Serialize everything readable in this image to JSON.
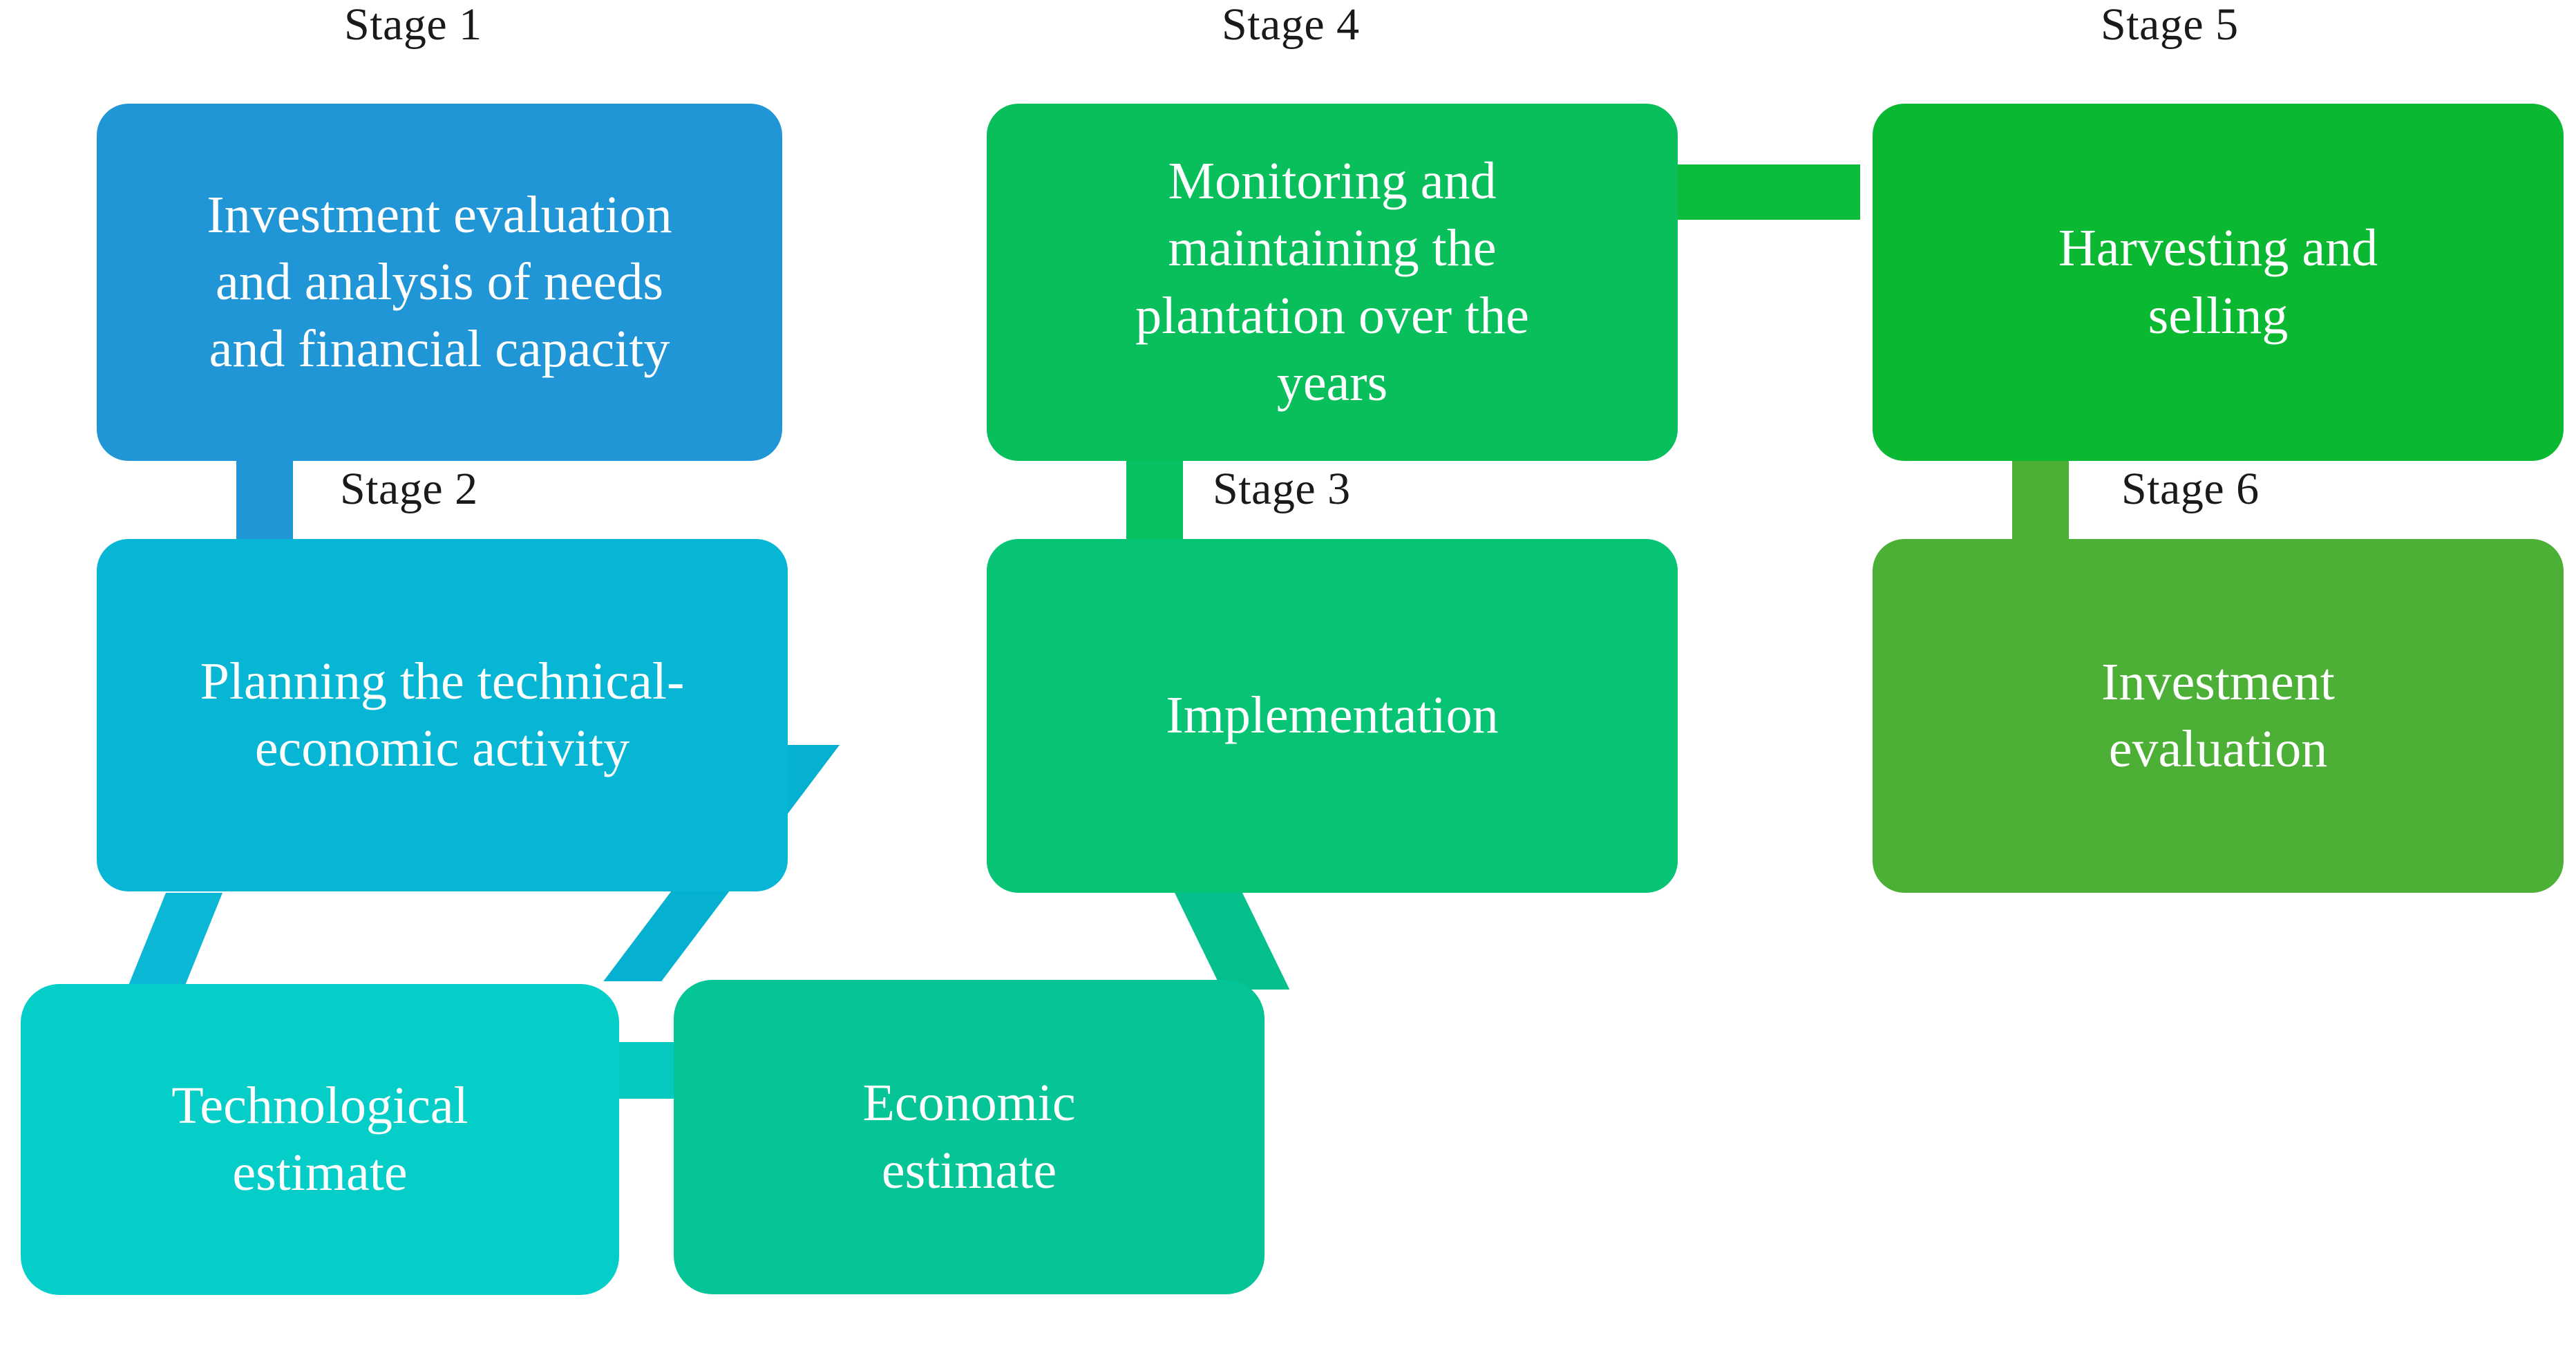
{
  "diagram": {
    "type": "flowchart",
    "background": "#ffffff",
    "stage_labels": [
      {
        "id": "stage-1",
        "text": "Stage 1"
      },
      {
        "id": "stage-2",
        "text": "Stage 2"
      },
      {
        "id": "stage-3",
        "text": "Stage 3"
      },
      {
        "id": "stage-4",
        "text": "Stage 4"
      },
      {
        "id": "stage-5",
        "text": "Stage 5"
      },
      {
        "id": "stage-6",
        "text": "Stage 6"
      }
    ],
    "nodes": [
      {
        "id": "node-stage-1",
        "stage": "Stage 1",
        "text": "Investment evaluation\nand analysis of needs\nand financial capacity",
        "color": "#2196D7"
      },
      {
        "id": "node-stage-2",
        "stage": "Stage 2",
        "text": "Planning the technical-\neconomic activity",
        "color": "#06B6D4"
      },
      {
        "id": "node-technological-estimate",
        "stage": "",
        "text": "Technological\nestimate",
        "color": "#05CEC8"
      },
      {
        "id": "node-economic-estimate",
        "stage": "",
        "text": "Economic\nestimate",
        "color": "#05C496"
      },
      {
        "id": "node-stage-3",
        "stage": "Stage 3",
        "text": "Implementation",
        "color": "#06C474"
      },
      {
        "id": "node-stage-4",
        "stage": "Stage 4",
        "text": "Monitoring and\nmaintaining the\nplantation over the\nyears",
        "color": "#09BF5B"
      },
      {
        "id": "node-stage-5",
        "stage": "Stage 5",
        "text": "Harvesting and\nselling",
        "color": "#0BB832"
      },
      {
        "id": "node-stage-6",
        "stage": "Stage 6",
        "text": "Investment\nevaluation",
        "color": "#4CAF36"
      }
    ],
    "connectors": [
      {
        "id": "conn-stage1-stage2",
        "from": "Stage 1",
        "to": "Stage 2",
        "color": "#2196D7",
        "shape": "vertical-bar"
      },
      {
        "id": "conn-stage2-technological",
        "from": "Stage 2",
        "to": "Technological estimate",
        "color": "#0AB7D4",
        "shape": "diagonal"
      },
      {
        "id": "conn-stage2-economic",
        "from": "Stage 2",
        "to": "Economic estimate",
        "color": "#06B0D0",
        "shape": "diagonal"
      },
      {
        "id": "conn-technological-economic",
        "from": "Technological estimate",
        "to": "Economic estimate",
        "color": "#05C9BE",
        "shape": "horizontal-bar"
      },
      {
        "id": "conn-economic-stage3",
        "from": "Economic estimate",
        "to": "Stage 3",
        "color": "#05C08C",
        "shape": "diagonal"
      },
      {
        "id": "conn-stage4-stage3",
        "from": "Stage 4",
        "to": "Stage 3",
        "color": "#07C162",
        "shape": "vertical-bar"
      },
      {
        "id": "conn-stage4-stage5",
        "from": "Stage 4",
        "to": "Stage 5",
        "color": "#0ABB3C",
        "shape": "horizontal-bar"
      },
      {
        "id": "conn-stage5-stage6",
        "from": "Stage 5",
        "to": "Stage 6",
        "color": "#4CAF36",
        "shape": "vertical-bar"
      }
    ]
  }
}
